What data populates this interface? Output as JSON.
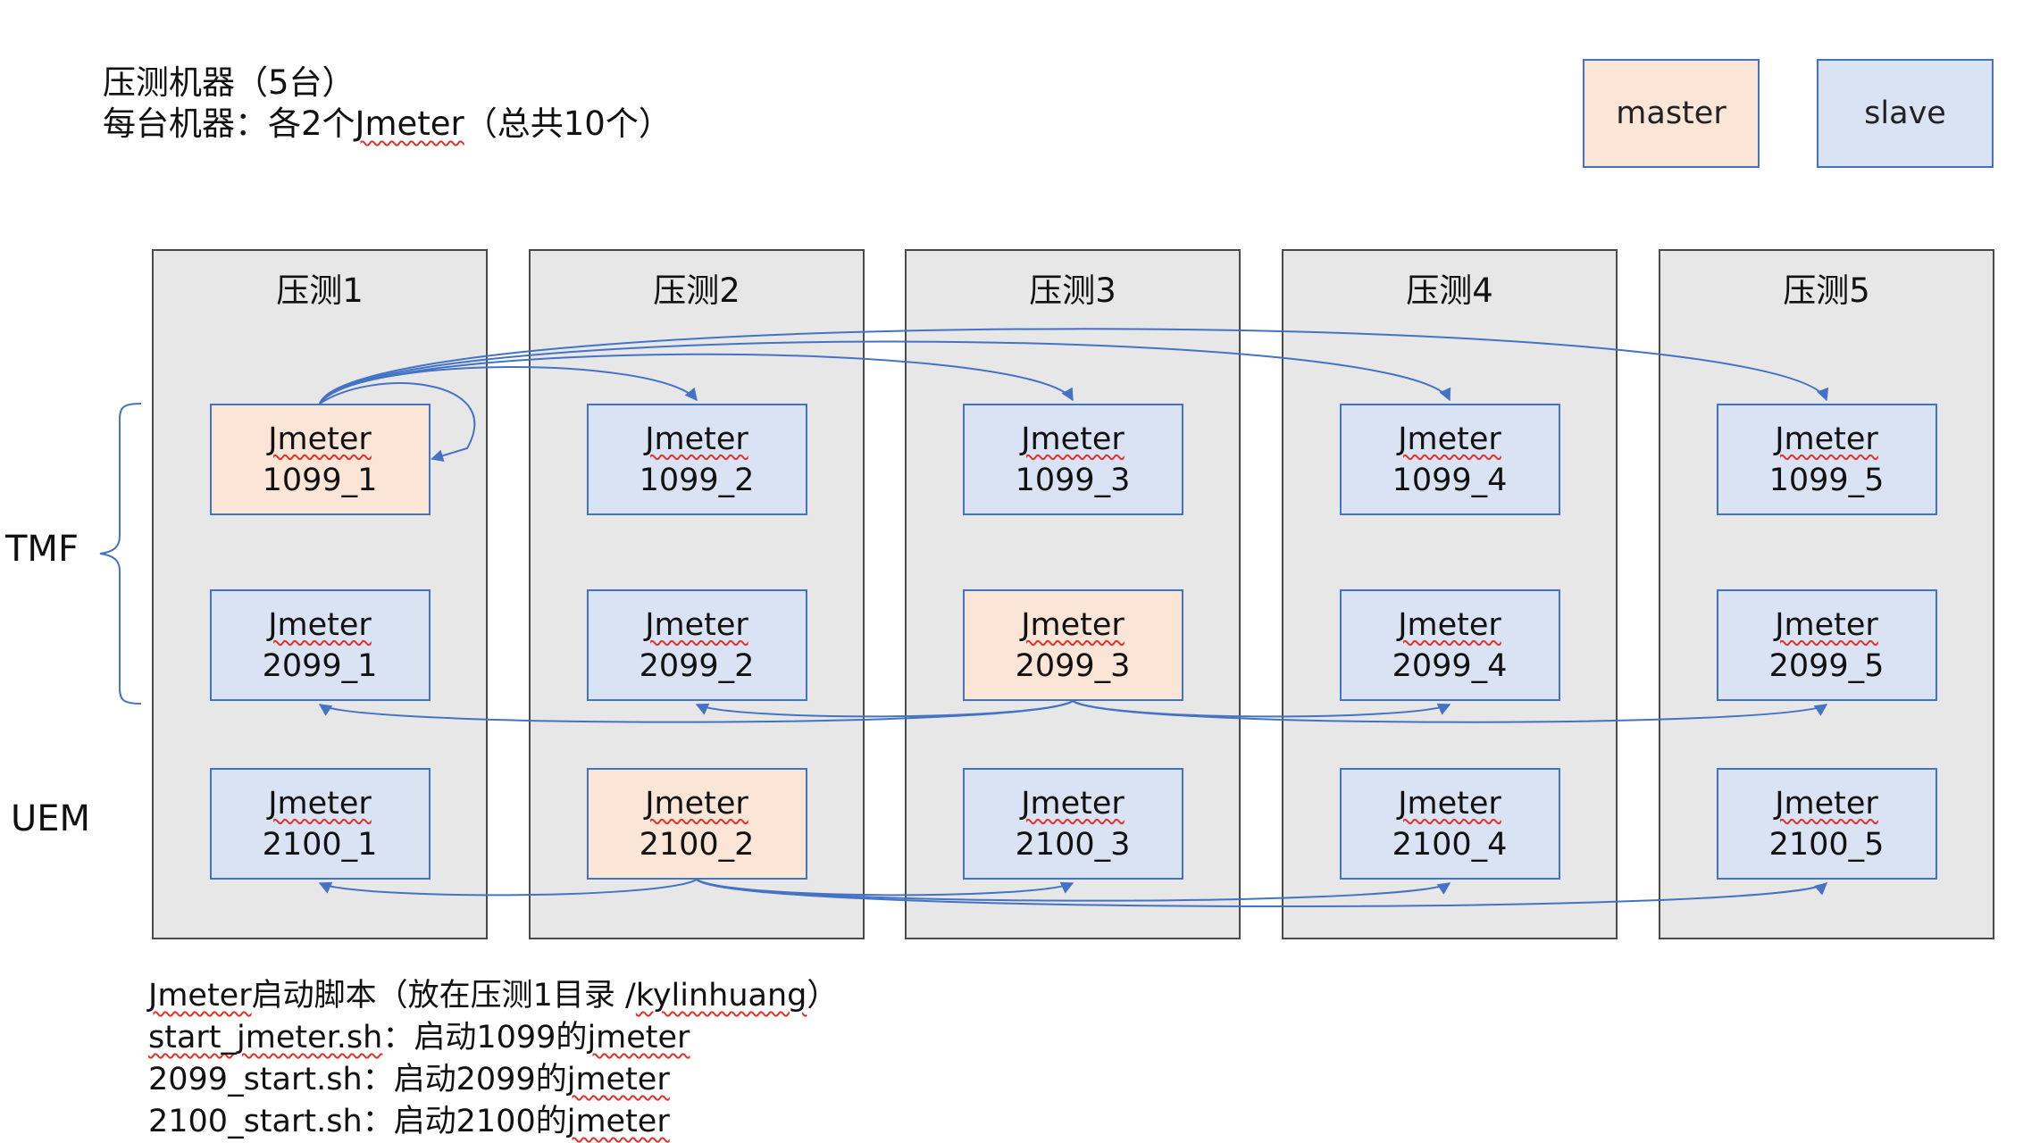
{
  "header": {
    "line1": "压测机器（5台）",
    "line2_prefix": "每台机器：各2个",
    "line2_word": "Jmeter",
    "line2_suffix": "（总共10个）"
  },
  "legend": [
    {
      "label": "master",
      "color": "#FBE5D6"
    },
    {
      "label": "slave",
      "color": "#DAE3F3"
    }
  ],
  "colors": {
    "master": "#FBE5D6",
    "slave": "#DAE3F3",
    "column_bg": "#E7E7E7",
    "node_border": "#4472C4",
    "arrow": "#4472C4"
  },
  "columns": [
    {
      "title": "压测1"
    },
    {
      "title": "压测2"
    },
    {
      "title": "压测3"
    },
    {
      "title": "压测4"
    },
    {
      "title": "压测5"
    }
  ],
  "rows": [
    {
      "port": "1099",
      "master_column": 1
    },
    {
      "port": "2099",
      "master_column": 3
    },
    {
      "port": "2100",
      "master_column": 2
    }
  ],
  "node_label": "Jmeter",
  "side_labels": {
    "tmf": "TMF",
    "uem": "UEM"
  },
  "footer": {
    "line1_word": "Jmeter",
    "line1_mid": "启动脚本（放在压测1目录 /",
    "line1_path": "kylinhuang",
    "line1_end": "）",
    "line2_script": "start_jmeter.sh",
    "line2_mid": "：启动1099的",
    "line2_word": "jmeter",
    "line3_script": "2099_start.sh",
    "line3_mid": "：启动2099的",
    "line3_word": "jmeter",
    "line4_script": "2100_start.sh",
    "line4_mid": "：启动2100的",
    "line4_word": "jmeter"
  }
}
